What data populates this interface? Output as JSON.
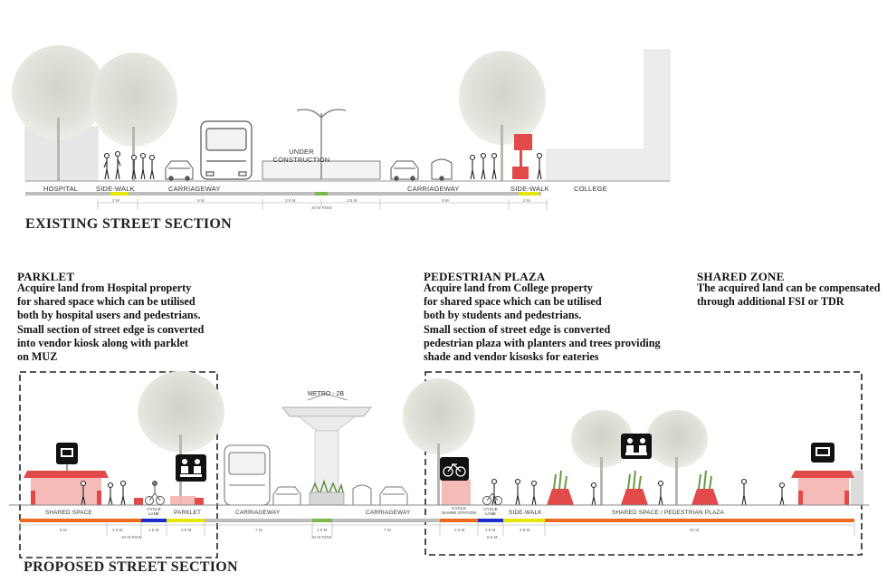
{
  "existing": {
    "title": "EXISTING STREET SECTION",
    "zones": {
      "hospital": "HOSPITAL",
      "sidewalk_left": "SIDE-WALK",
      "carriageway_left": "CARRIAGEWAY",
      "under_construction_1": "UNDER",
      "under_construction_2": "CONSTRUCTION",
      "carriageway_right": "CARRIAGEWAY",
      "sidewalk_right": "SIDE-WALK",
      "college": "COLLEGE"
    },
    "dims": {
      "d1": "2 M",
      "d2": "9 M",
      "d3": "3.5 M",
      "d4": "3.5 M",
      "d5": "9 M",
      "d6": "2 M",
      "row": "30 M ROW"
    }
  },
  "parklet": {
    "heading": "PARKLET",
    "lines": [
      "Acquire land from Hospital property",
      "for shared space which can be utilised",
      "both by hospital users and pedestrians.",
      "Small section of street edge is converted",
      "into vendor kiosk along with parklet",
      "on MUZ"
    ]
  },
  "plaza": {
    "heading": "PEDESTRIAN PLAZA",
    "lines": [
      "Acquire land from College property",
      "for shared space which can be utilised",
      "both by students  and pedestrians.",
      "Small section of street edge is converted",
      "pedestrian plaza with planters and trees providing",
      "shade and vendor kisosks for eateries"
    ]
  },
  "shared_zone": {
    "heading": "SHARED ZONE",
    "lines": [
      "The acquired land can be compensated",
      "through additional FSI or TDR"
    ]
  },
  "proposed": {
    "title": "PROPOSED STREET SECTION",
    "metro_label": "METRO - 2B",
    "zones": {
      "shared_space": "SHARED SPACE",
      "cycle_lane_left_1": "CYCLE",
      "cycle_lane_left_2": "LANE",
      "parklet": "PARKLET",
      "carriageway_left": "CARRIAGEWAY",
      "carriageway_right": "CARRIAGEWAY",
      "cycle_share_1": "CYCLE",
      "cycle_share_2": "SHARE STATION",
      "cycle_lane_right_1": "CYCLE",
      "cycle_lane_right_2": "LANE",
      "sidewalk": "SIDE-WALK",
      "plaza": "SHARED SPACE / PEDESTRIAN PLAZA"
    },
    "dims": {
      "d1": "5 M",
      "d2": "2.5 M",
      "d3": "1.8 M",
      "d4": "2.5 M",
      "d5": "7 M",
      "d6": "1.8 M",
      "d7": "7 M",
      "d8": "2.5 M",
      "d9": "1.8 M",
      "d10": "2.5 M",
      "d11": "20 M",
      "row": "30 M ROW",
      "sub_left": "10 M ROW",
      "sub_right": "8.6 M"
    }
  },
  "colors": {
    "yellow": "#e6e600",
    "green": "#7ab648",
    "blue": "#1c2ec8",
    "orange": "#ee6a1e",
    "kiosk_red": "#e24a4a",
    "kiosk_pink": "#f4b4b0"
  }
}
